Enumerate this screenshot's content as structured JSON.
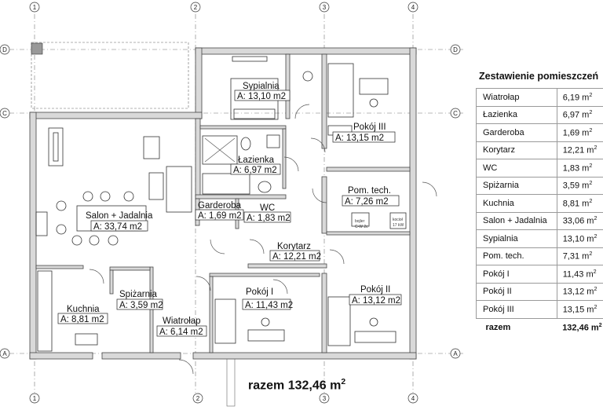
{
  "summary": {
    "title": "Zestawienie pomieszczeń",
    "rows": [
      {
        "name": "Wiatrołap",
        "area": "6,19 m",
        "unit": "2"
      },
      {
        "name": "Łazienka",
        "area": "6,97 m",
        "unit": "2"
      },
      {
        "name": "Garderoba",
        "area": "1,69 m",
        "unit": "2"
      },
      {
        "name": "Korytarz",
        "area": "12,21 m",
        "unit": "2"
      },
      {
        "name": "WC",
        "area": "1,83 m",
        "unit": "2"
      },
      {
        "name": "Spiżarnia",
        "area": "3,59 m",
        "unit": "2"
      },
      {
        "name": "Kuchnia",
        "area": "8,81 m",
        "unit": "2"
      },
      {
        "name": "Salon + Jadalnia",
        "area": "33,06 m",
        "unit": "2"
      },
      {
        "name": "Sypialnia",
        "area": "13,10 m",
        "unit": "2"
      },
      {
        "name": "Pom. tech.",
        "area": "7,31 m",
        "unit": "2"
      },
      {
        "name": "Pokój I",
        "area": "11,43 m",
        "unit": "2"
      },
      {
        "name": "Pokój II",
        "area": "13,12 m",
        "unit": "2"
      },
      {
        "name": "Pokój III",
        "area": "13,15 m",
        "unit": "2"
      }
    ],
    "total_name": "razem",
    "total_area": "132,46 m",
    "total_unit": "2"
  },
  "plan_total": {
    "text": "razem 132,46 m",
    "unit": "2"
  },
  "rooms": {
    "sypialnia": {
      "name": "Sypialnia",
      "area": "A: 13,10 m2"
    },
    "pokoj3": {
      "name": "Pokój III",
      "area": "A: 13,15 m2"
    },
    "lazienka": {
      "name": "Łazienka",
      "area": "A: 6,97 m2"
    },
    "pomtech": {
      "name": "Pom. tech.",
      "area": "A: 7,26 m2"
    },
    "salon": {
      "name": "Salon + Jadalnia",
      "area": "A: 33,74 m2"
    },
    "garderoba": {
      "name": "Garderoba",
      "area": "A: 1,69 m2"
    },
    "wc": {
      "name": "WC",
      "area": "A: 1,83 m2"
    },
    "korytarz": {
      "name": "Korytarz",
      "area": "A: 12,21 m2"
    },
    "spizarnia": {
      "name": "Spiżarnia",
      "area": "A: 3,59 m2"
    },
    "pokoj1": {
      "name": "Pokój I",
      "area": "A: 11,43 m2"
    },
    "pokoj2": {
      "name": "Pokój II",
      "area": "A: 13,12 m2"
    },
    "kuchnia": {
      "name": "Kuchnia",
      "area": "A: 8,81 m2"
    },
    "wiatrolap": {
      "name": "Wiatrołap",
      "area": "A: 6,14 m2"
    }
  },
  "axes": {
    "col1": "1",
    "col2": "2",
    "col3": "3",
    "col4": "4",
    "rowA": "A",
    "rowC": "C",
    "rowD": "D"
  },
  "fixtures": {
    "boiler": "bojler",
    "boiler_vol": "C-W 2c",
    "boiler_cap": "kocioł",
    "boiler_power": "17 kW"
  }
}
